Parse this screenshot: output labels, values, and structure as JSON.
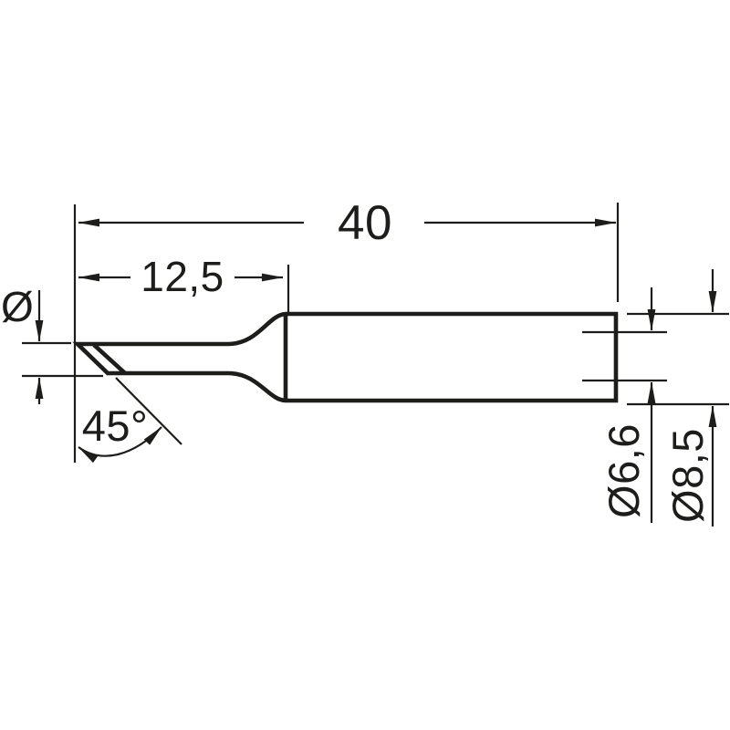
{
  "drawing": {
    "type": "technical-dimension-drawing",
    "subject": "soldering-tip-knife-edge-side-view",
    "colors": {
      "line": "#1d1d1b",
      "background": "#ffffff"
    },
    "labels": {
      "overall_length": "40",
      "tip_length": "12,5",
      "bevel_angle": "45°",
      "tip_diameter_symbol": "Ø",
      "shank_diameter": "Ø6,6",
      "sleeve_diameter": "Ø8,5"
    }
  }
}
